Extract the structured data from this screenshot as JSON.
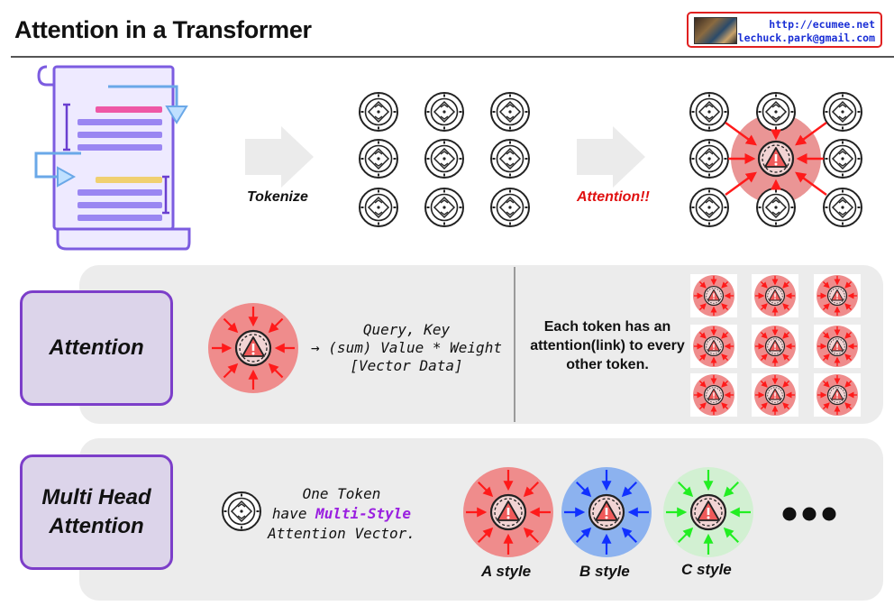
{
  "header": {
    "title": "Attention in a Transformer",
    "contact_url": "http://ecumee.net",
    "contact_email": "lechuck.park@gmail.com"
  },
  "flow": {
    "tokenize_label": "Tokenize",
    "attention_label": "Attention!!"
  },
  "attention_section": {
    "heading": "Attention",
    "formula_line1": "Query, Key",
    "formula_line2": "→ (sum) Value * Weight",
    "formula_line3": "[Vector Data]",
    "link_text": "Each token has an attention(link) to every other token."
  },
  "multihead_section": {
    "heading_line1": "Multi Head",
    "heading_line2": "Attention",
    "desc_line1": "One Token",
    "desc_line2_prefix": "have ",
    "desc_highlight": "Multi-Style",
    "desc_line3": "Attention Vector.",
    "styles": [
      {
        "label": "A style",
        "halo": "#ef8c8c",
        "arrow": "#ff1a1a"
      },
      {
        "label": "B style",
        "halo": "#8cb2ef",
        "arrow": "#1030ff"
      },
      {
        "label": "C style",
        "halo": "#d2f0d2",
        "arrow": "#22ee22"
      }
    ]
  },
  "colors": {
    "accent_purple": "#7c3ec9",
    "attention_red": "#e01010",
    "link_blue": "#1a2fd6"
  },
  "icons": [
    "document-icon",
    "arrow-right-icon",
    "token-icon",
    "warning-icon",
    "ellipsis-icon"
  ]
}
